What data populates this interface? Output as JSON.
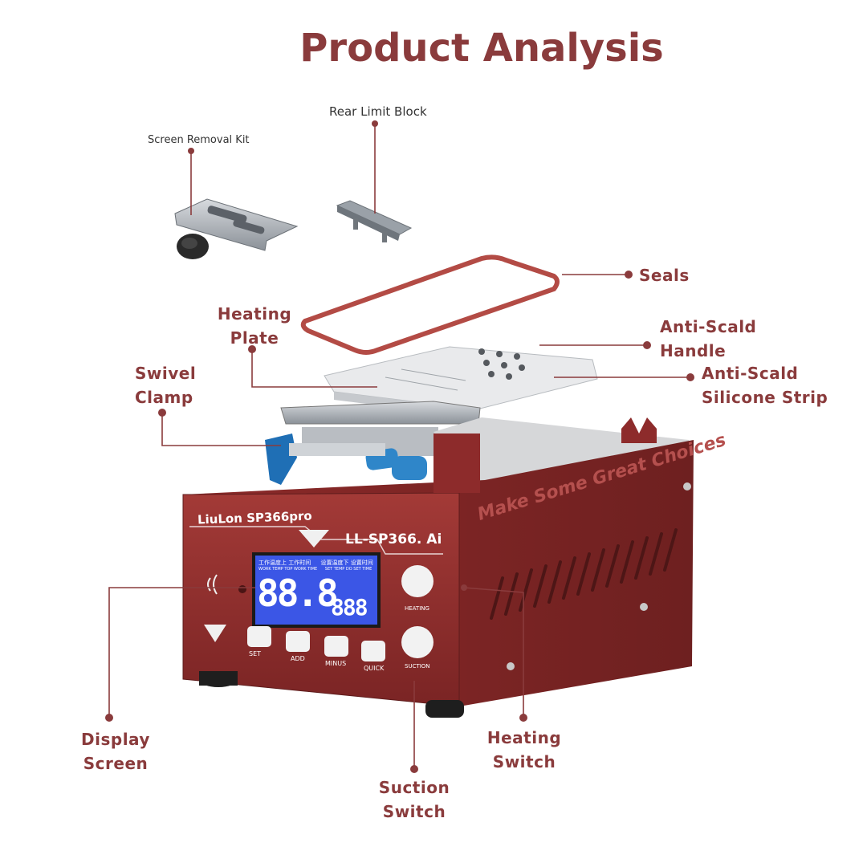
{
  "title": "Product Analysis",
  "labels": {
    "screen_removal_kit": "Screen Removal Kit",
    "rear_limit_block": "Rear Limit Block",
    "seals": "Seals",
    "heating_plate": "Heating\nPlate",
    "anti_scald_handle": "Anti-Scald\nHandle",
    "swivel_clamp": "Swivel\nClamp",
    "anti_scald_silicone_strip": "Anti-Scald\nSilicone Strip",
    "display_screen": "Display\nScreen",
    "heating_switch": "Heating\nSwitch",
    "suction_switch": "Suction\nSwitch"
  },
  "device": {
    "brand": "LiuLon SP366pro",
    "model": "LL-SP366. Ai",
    "side_text": "Make Some Great Choices",
    "lcd_main": "88.8",
    "lcd_secondary": "888",
    "lcd_header_1": "工作温度上",
    "lcd_header_2": "工作时间",
    "lcd_header_3": "设置温度下",
    "lcd_header_4": "设置时间",
    "lcd_sub_1": "WORK TEMP TOP",
    "lcd_sub_2": "WORK TIME",
    "lcd_sub_3": "SET TEMP DO",
    "lcd_sub_4": "SET TIME",
    "buttons": [
      "SET",
      "ADD",
      "MINUS",
      "QUICK"
    ],
    "heating_label": "HEATING",
    "suction_label": "SUCTION"
  },
  "colors": {
    "accent": "#8a3b3c",
    "device_body": "#8e2c2c",
    "lcd": "#3b56e6",
    "seal": "#b34b45"
  }
}
